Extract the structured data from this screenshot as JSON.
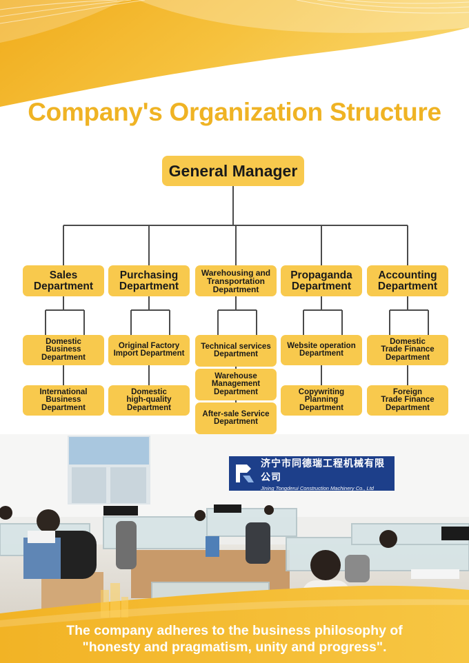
{
  "title": "Company's Organization Structure",
  "top": {
    "label": "General Manager"
  },
  "departments": [
    {
      "label": "Sales\nDepartment",
      "subs": [
        "Domestic\nBusiness Department",
        "International\nBusiness\nDepartment"
      ]
    },
    {
      "label": "Purchasing\nDepartment",
      "subs": [
        "Original Factory\nImport Department",
        "Domestic\nhigh-quality\nDepartment"
      ]
    },
    {
      "label": "Warehousing and\nTransportation\nDepartment",
      "subs": [
        "Technical services\nDepartment",
        "Warehouse\nManagement\nDepartment",
        "After-sale Service\nDepartment"
      ]
    },
    {
      "label": "Propaganda\nDepartment",
      "subs": [
        "Website operation\nDepartment",
        "Copywriting\nPlanning\nDepartment"
      ]
    },
    {
      "label": "Accounting\nDepartment",
      "subs": [
        "Domestic\nTrade Finance\nDepartment",
        "Foreign\nTrade Finance\nDepartment"
      ]
    }
  ],
  "sign": {
    "chinese": "济宁市同德瑞工程机械有限公司",
    "english": "Jining Tongderui Construction Machinery Co., Ltd"
  },
  "footer": {
    "line1": "The company adheres to the business philosophy of",
    "line2": "\"honesty and pragmatism, unity and progress\"."
  },
  "colors": {
    "accent": "#f8c94d",
    "title": "#efb324",
    "connector": "#4a4a4a",
    "sign": "#1d3f8a"
  }
}
